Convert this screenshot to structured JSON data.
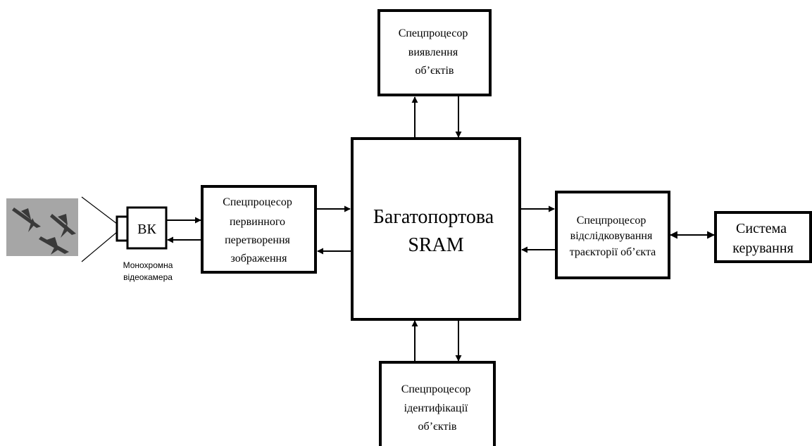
{
  "blocks": {
    "detection": {
      "lines": [
        "Спецпроцесор",
        "виявлення",
        "об’єктів"
      ]
    },
    "preprocessing": {
      "lines": [
        "Спецпроцесор",
        "первинного",
        "перетворення",
        "зображення"
      ]
    },
    "memory": {
      "lines": [
        "Багатопортова",
        "SRAM"
      ]
    },
    "tracking": {
      "lines": [
        "Спецпроцесор",
        "відслідковування",
        "траєкторії об’єкта"
      ]
    },
    "control": {
      "lines": [
        "Система",
        "керування"
      ]
    },
    "identification": {
      "lines": [
        "Спецпроцесор",
        "ідентифікації",
        "об’єктів"
      ]
    },
    "camera": {
      "label": "ВК",
      "caption_lines": [
        "Монохромна",
        "відеокамера"
      ]
    }
  },
  "image": {
    "content": "aircraft-photo",
    "colors": {
      "background": "#a6a6a6",
      "aircraft": "#3a3a3a"
    }
  },
  "colors": {
    "stroke": "#000000",
    "background": "#ffffff"
  }
}
